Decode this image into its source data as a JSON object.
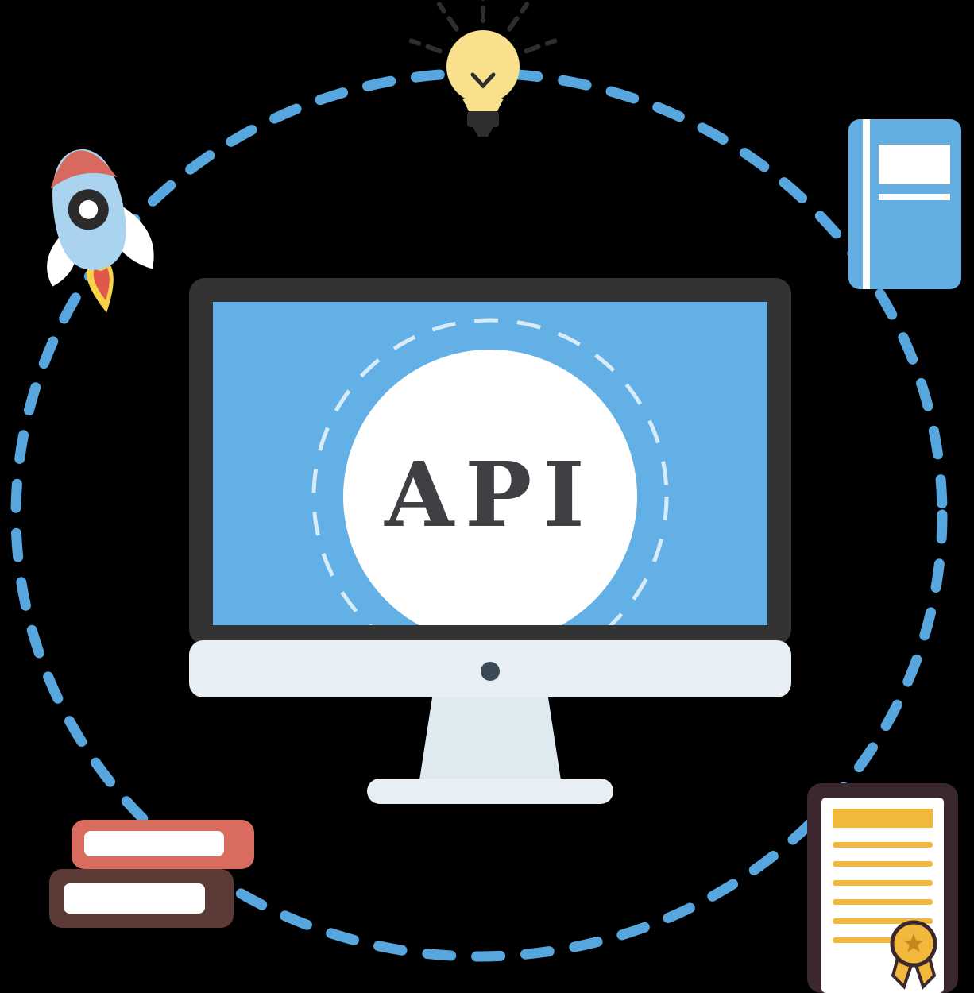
{
  "title": "API concept flat illustration",
  "screen": {
    "text": "API"
  },
  "icons": [
    "dashed-orbit-path",
    "rocket-icon",
    "lightbulb-icon",
    "notebook-icon",
    "monitor-icon",
    "books-stack-icon",
    "certificate-icon"
  ],
  "colors": {
    "background": "#000000",
    "orbit_blue": "#58a6de",
    "screen_blue": "#63b0e6",
    "monitor_frame": "#333333",
    "monitor_chin": "#e7eff5",
    "monitor_stand": "#dfe9f0",
    "camera_dot": "#3a4a55",
    "circle_white": "#ffffff",
    "api_text": "#3f4043",
    "rocket_body": "#a9d3ee",
    "rocket_nose": "#d8695f",
    "rocket_window": "#2b2b2b",
    "flame_outer": "#f8d349",
    "flame_inner": "#e2574c",
    "bulb_yellow": "#f9e08d",
    "bulb_base": "#2e2e2e",
    "book_blue": "#63aee3",
    "book_red": "#d96b5f",
    "book_brown": "#5c3a36",
    "cert_frame": "#3a282c",
    "cert_gold": "#f2b83c"
  }
}
